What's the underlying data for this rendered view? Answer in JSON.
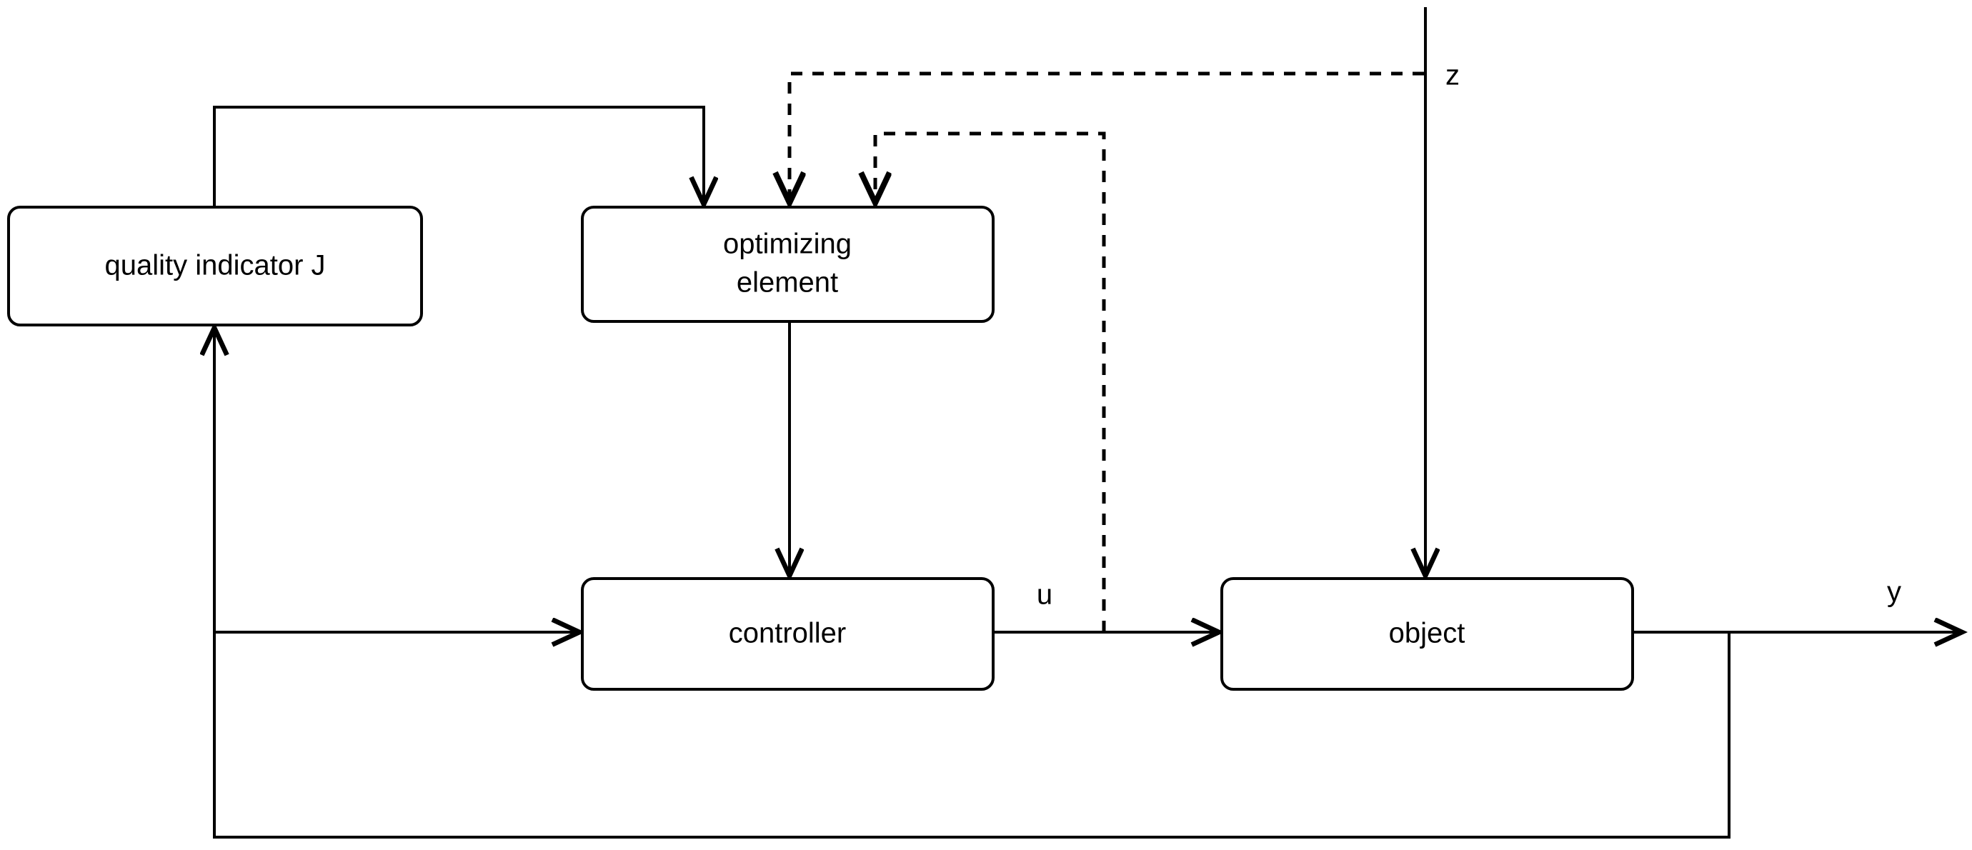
{
  "diagram": {
    "title": "optimizing control system block diagram",
    "type": "block-diagram",
    "background_color": "#ffffff",
    "line_color": "#000000",
    "blocks": [
      {
        "id": "quality-indicator",
        "label": "quality indicator J",
        "lines": [
          "quality indicator J"
        ]
      },
      {
        "id": "optimizing-element",
        "label": "optimizing element",
        "lines": [
          "optimizing",
          "element"
        ]
      },
      {
        "id": "controller",
        "label": "controller",
        "lines": [
          "controller"
        ]
      },
      {
        "id": "object",
        "label": "object",
        "lines": [
          "object"
        ]
      }
    ],
    "signals": [
      {
        "id": "z",
        "label": "z",
        "style": "solid-input-disturbance"
      },
      {
        "id": "u",
        "label": "u",
        "style": "solid-control-signal"
      },
      {
        "id": "y",
        "label": "y",
        "style": "solid-output"
      }
    ],
    "connections": [
      {
        "from": "quality-indicator",
        "to": "optimizing-element",
        "style": "solid"
      },
      {
        "from": "z",
        "to": "optimizing-element",
        "style": "dashed"
      },
      {
        "from": "u",
        "to": "optimizing-element",
        "style": "dashed"
      },
      {
        "from": "optimizing-element",
        "to": "controller",
        "style": "solid"
      },
      {
        "from": "controller",
        "to": "object",
        "style": "solid",
        "signal": "u"
      },
      {
        "from": "z",
        "to": "object",
        "style": "solid"
      },
      {
        "from": "object",
        "to": "y",
        "style": "solid"
      },
      {
        "from": "object",
        "to": "quality-indicator",
        "style": "solid"
      },
      {
        "from": "object",
        "to": "controller",
        "style": "solid"
      }
    ]
  }
}
